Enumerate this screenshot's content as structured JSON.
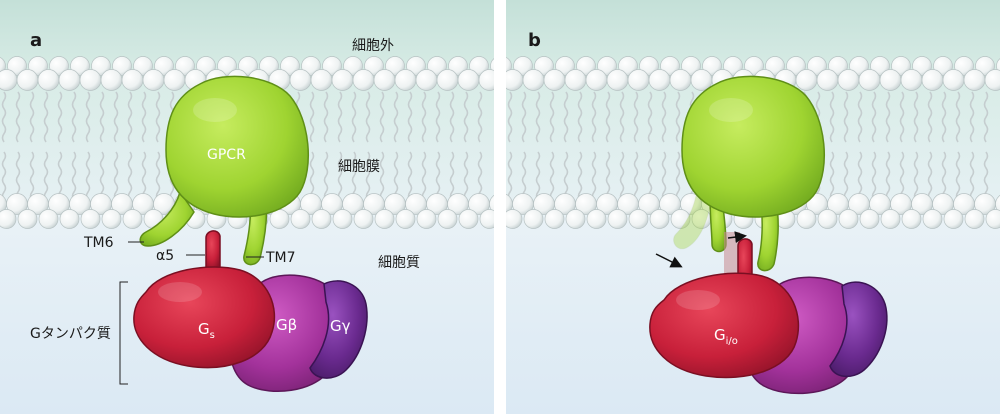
{
  "panel_a": {
    "letter": "a",
    "extracellular": "細胞外",
    "membrane": "細胞膜",
    "cytoplasm": "細胞質",
    "gpcr": "GPCR",
    "tm6": "TM6",
    "tm7": "TM7",
    "alpha5": "α5",
    "g_protein": "Gタンパク質",
    "gs_main": "G",
    "gs_sub": "s",
    "gbeta": "Gβ",
    "ggamma": "Gγ"
  },
  "panel_b": {
    "letter": "b",
    "gio_main": "G",
    "gio_sub": "i/o"
  },
  "colors": {
    "extracellular_bg": "#cfe6df",
    "cytoplasm_bg": "#e3eef7",
    "lipid_head": "#ffffff",
    "receptor_green": "#9fd431",
    "g_alpha_red": "#c8203a",
    "g_beta_purple": "#a3329b",
    "g_gamma_purple": "#6a2a8f",
    "label_text": "#1a1a1a"
  }
}
